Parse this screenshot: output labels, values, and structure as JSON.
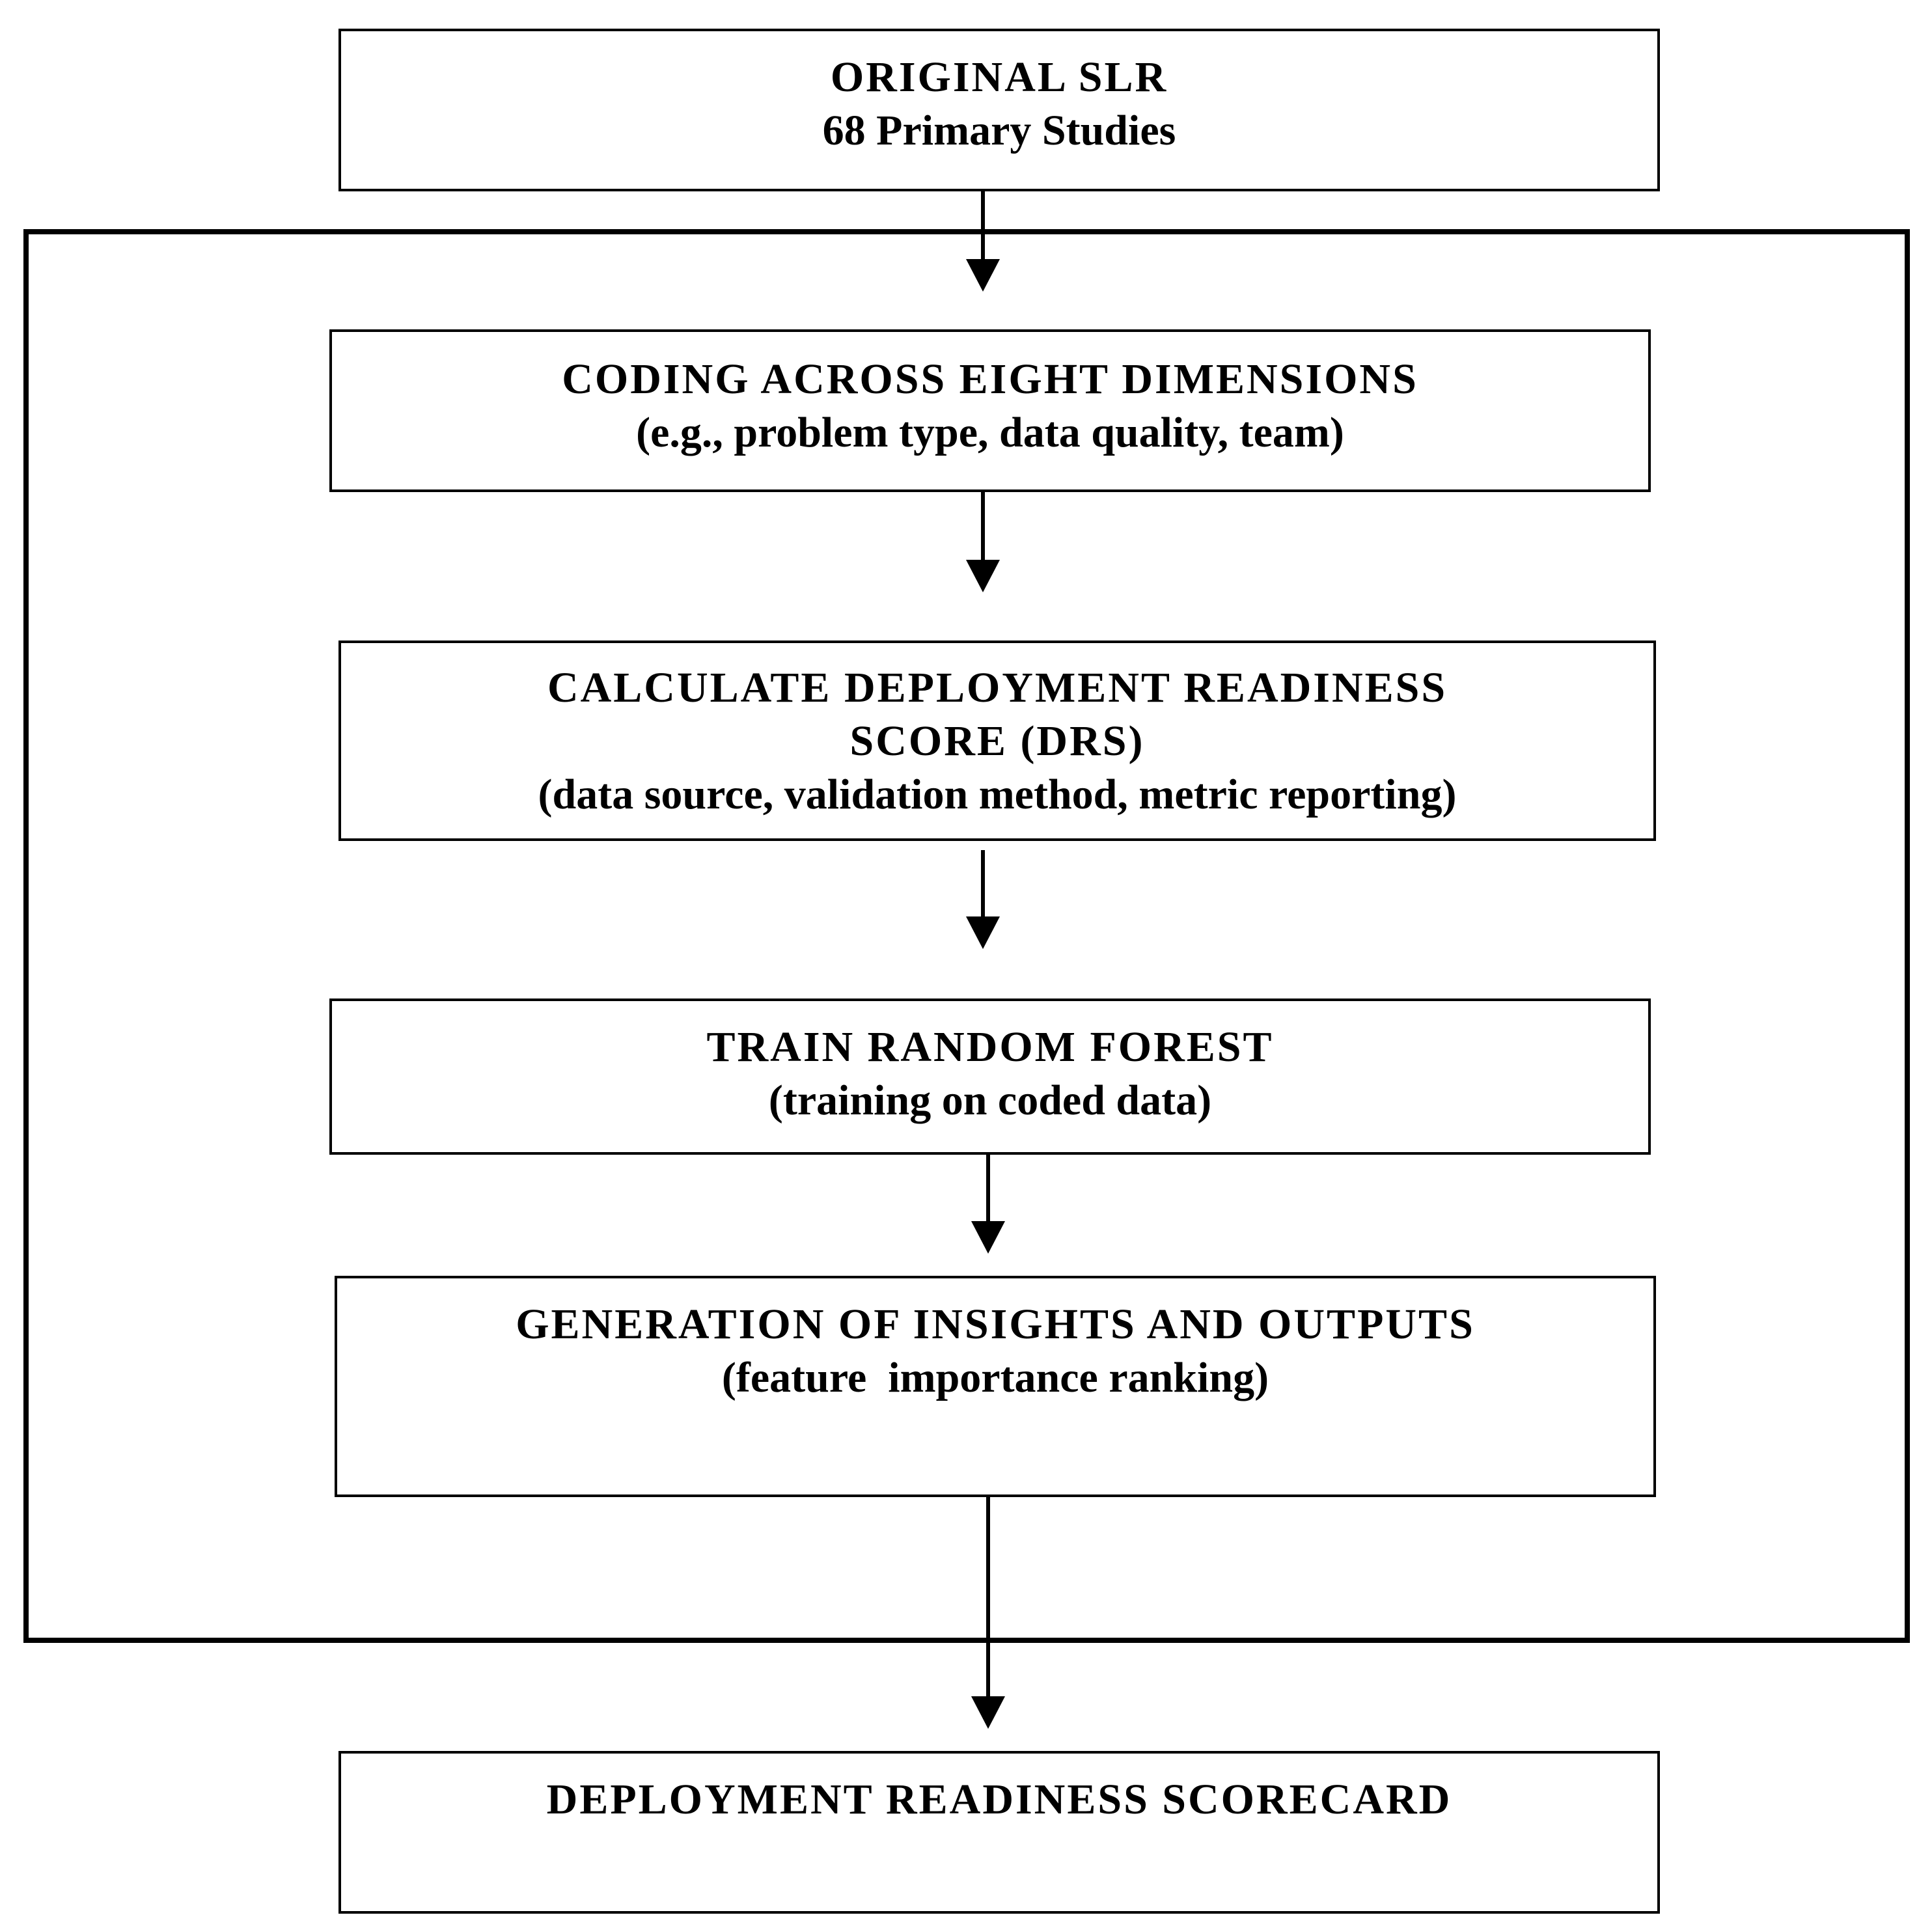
{
  "steps": [
    {
      "id": "original-slr",
      "title": "ORIGINAL SLR",
      "subtitle": "68 Primary Studies"
    },
    {
      "id": "coding",
      "title": "CODING ACROSS EIGHT DIMENSIONS",
      "subtitle": "(e.g., problem type, data quality, team)"
    },
    {
      "id": "drs",
      "title_line1": "CALCULATE DEPLOYMENT READINESS",
      "title_line2": "SCORE (DRS)",
      "subtitle": "(data source, validation method, metric reporting)"
    },
    {
      "id": "random-forest",
      "title": "TRAIN RANDOM FOREST",
      "subtitle": "(training on coded data)"
    },
    {
      "id": "insights",
      "title": "GENERATION OF INSIGHTS AND OUTPUTS",
      "subtitle": "(feature  importance ranking)"
    },
    {
      "id": "scorecard",
      "title": "DEPLOYMENT READINESS SCORECARD"
    }
  ]
}
